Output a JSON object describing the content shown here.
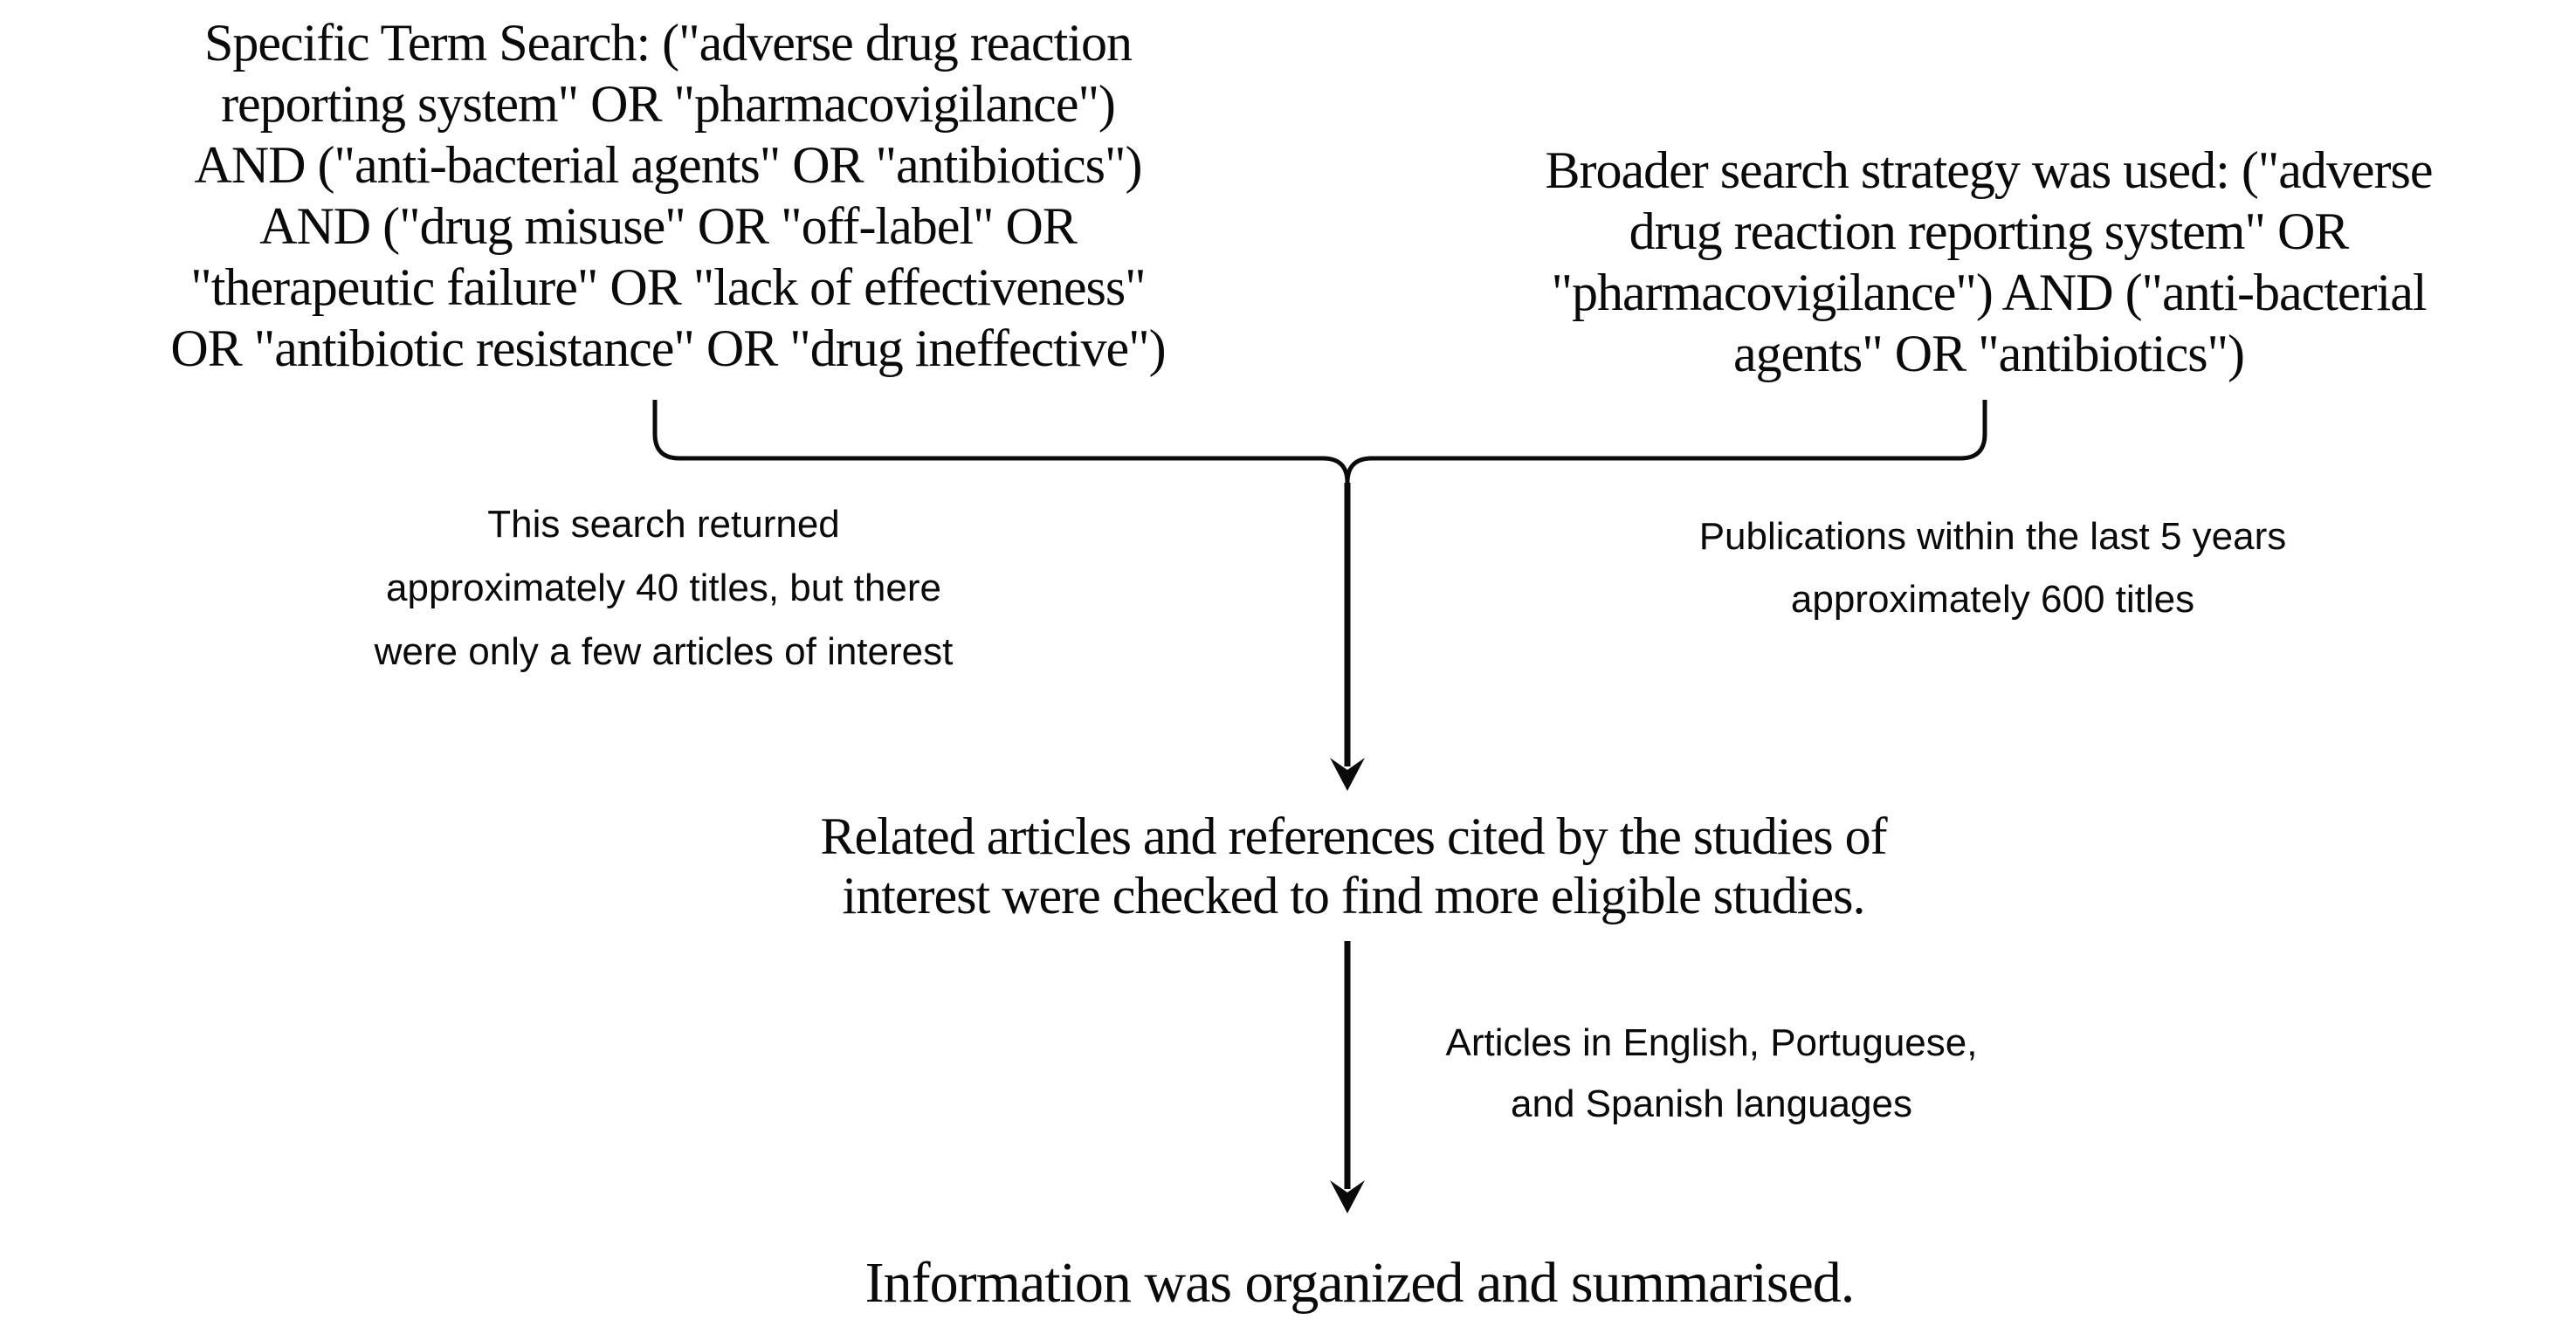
{
  "diagram": {
    "title": "Literature search strategy flowchart",
    "colors": {
      "background": "#ffffff",
      "line": "#0a0a0a",
      "text": "#0a0a0a"
    },
    "blocks": {
      "specific_search": {
        "lines": [
          "Specific Term Search: (\"adverse drug reaction",
          "reporting system\" OR \"pharmacovigilance\")",
          "AND (\"anti-bacterial agents\" OR \"antibiotics\")",
          "AND (\"drug misuse\" OR \"off-label\" OR",
          "\"therapeutic failure\" OR \"lack of effectiveness\"",
          "OR \"antibiotic resistance\" OR \"drug ineffective\")"
        ]
      },
      "broader_search": {
        "lines": [
          "Broader search strategy was used: (\"adverse",
          "drug reaction reporting system\" OR",
          "\"pharmacovigilance\") AND (\"anti-bacterial",
          "agents\" OR \"antibiotics\")"
        ]
      },
      "specific_results_note": {
        "lines": [
          "This search returned",
          "approximately 40 titles, but there",
          "were only a few articles of interest"
        ]
      },
      "broader_results_note": {
        "lines": [
          "Publications within the last 5 years",
          "approximately 600 titles"
        ]
      },
      "related_articles": {
        "lines": [
          "Related articles and references cited by the studies of",
          "interest were checked to find more eligible studies."
        ]
      },
      "language_note": {
        "lines": [
          "Articles in English, Portuguese,",
          "and Spanish languages"
        ]
      },
      "summary": {
        "lines": [
          "Information was organized and summarised."
        ]
      }
    },
    "connectors": {
      "merge_brace": "curly brace merging the two search blocks",
      "arrow_1": "downward arrow from merge brace to related articles block",
      "arrow_2": "downward arrow from related articles block to summary block"
    }
  }
}
